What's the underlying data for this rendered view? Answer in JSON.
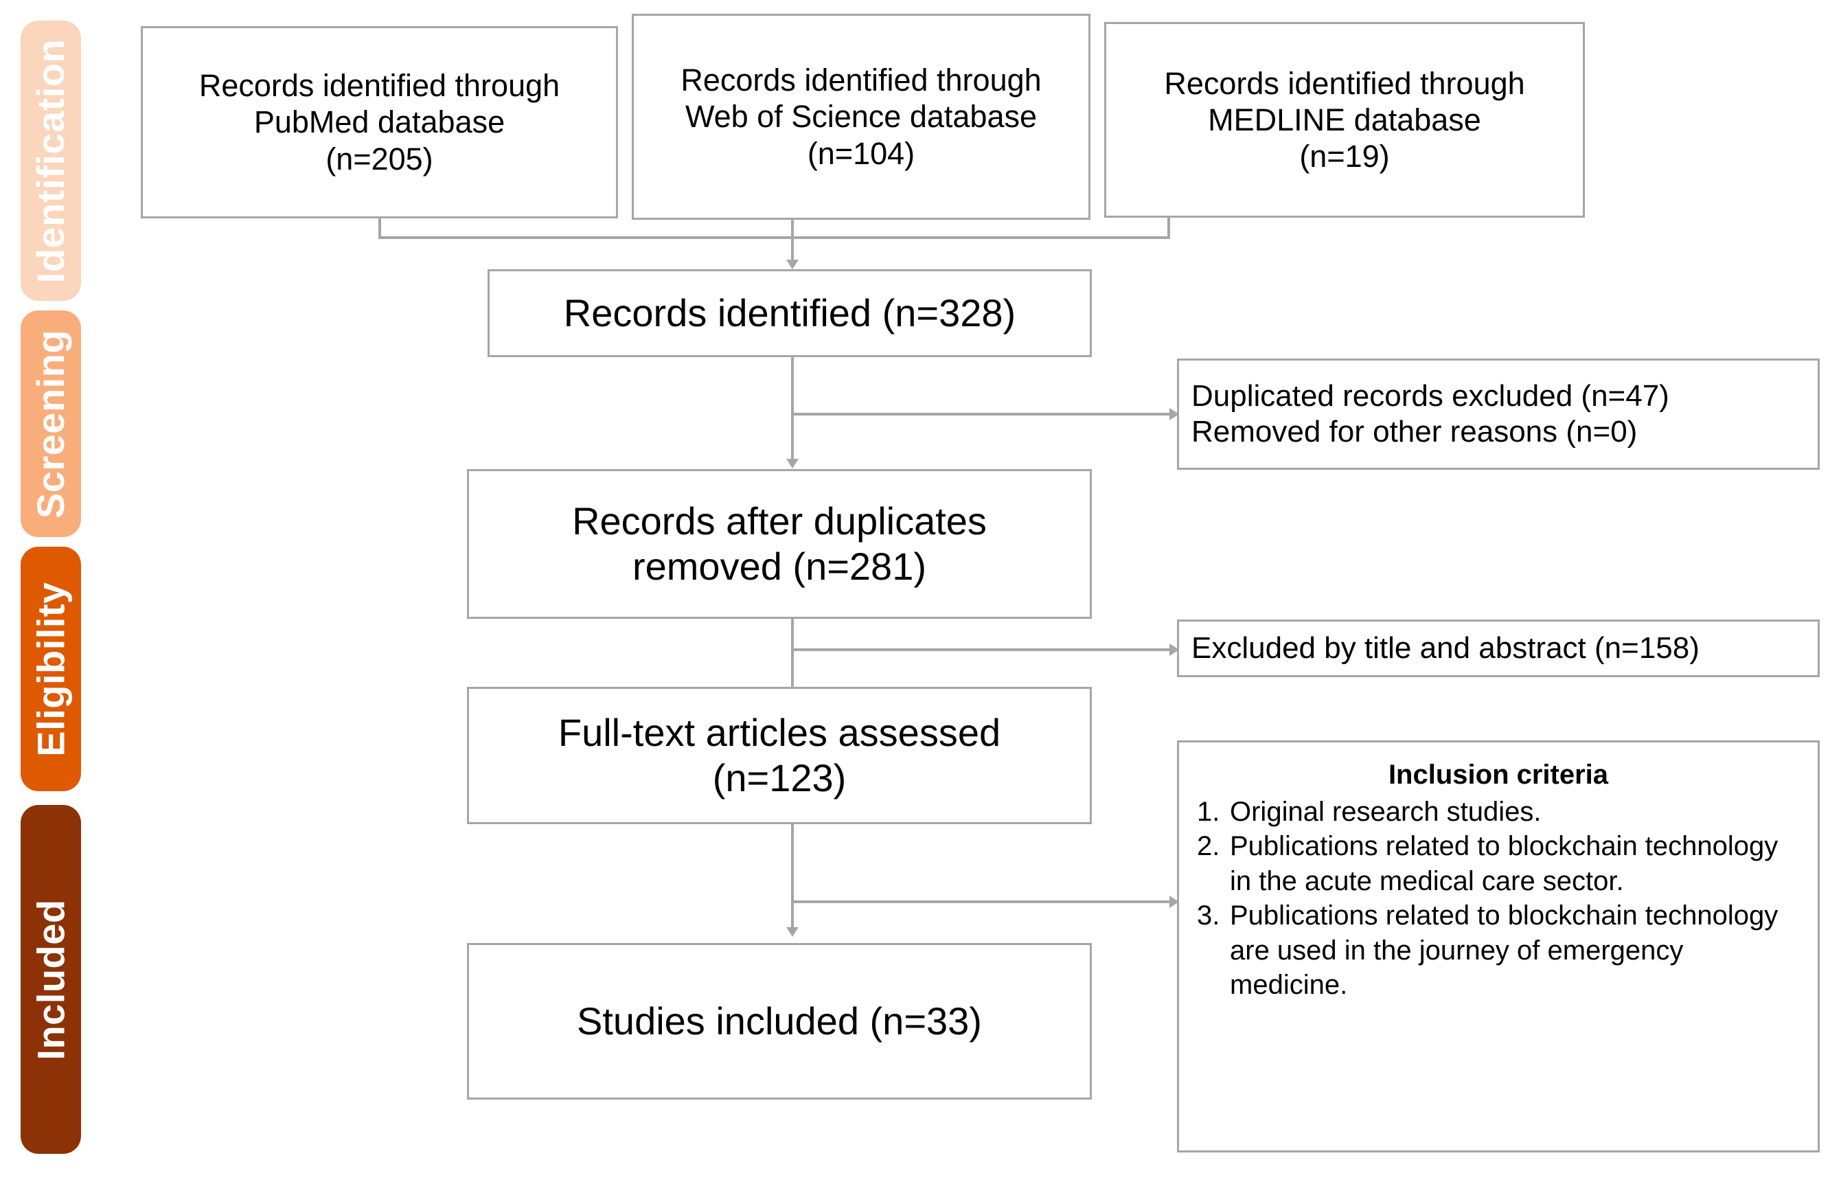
{
  "diagram": {
    "type": "prisma-flow-diagram",
    "stages": [
      {
        "id": "identification",
        "label": "Identification",
        "color": "#fbd5bc",
        "text_color": "#ffffff"
      },
      {
        "id": "screening",
        "label": "Screening",
        "color": "#f9ad7b",
        "text_color": "#ffffff"
      },
      {
        "id": "eligibility",
        "label": "Eligibility",
        "color": "#de5900",
        "text_color": "#ffffff"
      },
      {
        "id": "included",
        "label": "Included",
        "color": "#8c3206",
        "text_color": "#ffffff"
      }
    ],
    "sources": [
      {
        "id": "pubmed",
        "text": "Records identified through\nPubMed database\n(n=205)",
        "n": 205
      },
      {
        "id": "web-of-science",
        "text": "Records identified through\nWeb of Science database\n(n=104)",
        "n": 104
      },
      {
        "id": "medline",
        "text": "Records identified through\nMEDLINE database\n(n=19)",
        "n": 19
      }
    ],
    "flow": [
      {
        "id": "records-identified",
        "text": "Records identified (n=328)",
        "n": 328
      },
      {
        "id": "after-duplicates",
        "text": "Records after duplicates\nremoved (n=281)",
        "n": 281
      },
      {
        "id": "full-text-assessed",
        "text": "Full-text articles assessed\n(n=123)",
        "n": 123
      },
      {
        "id": "studies-included",
        "text": "Studies included (n=33)",
        "n": 33
      }
    ],
    "exclusions": [
      {
        "id": "duplicates-excluded",
        "text": "Duplicated records excluded (n=47)\nRemoved for other reasons (n=0)"
      },
      {
        "id": "excluded-title-abstract",
        "text": "Excluded by title and abstract (n=158)"
      }
    ],
    "inclusion_criteria": {
      "title": "Inclusion criteria",
      "items": [
        {
          "num": "1.",
          "text": "Original research studies."
        },
        {
          "num": "2.",
          "text": "Publications related to blockchain technology in the acute medical care sector."
        },
        {
          "num": "3.",
          "text": "Publications related to blockchain technology are used in the journey of emergency medicine."
        }
      ]
    },
    "colors": {
      "line": "#a6a6a6",
      "box_border": "#a6a6a6",
      "box_fill": "#ffffff",
      "text": "#000000"
    }
  }
}
